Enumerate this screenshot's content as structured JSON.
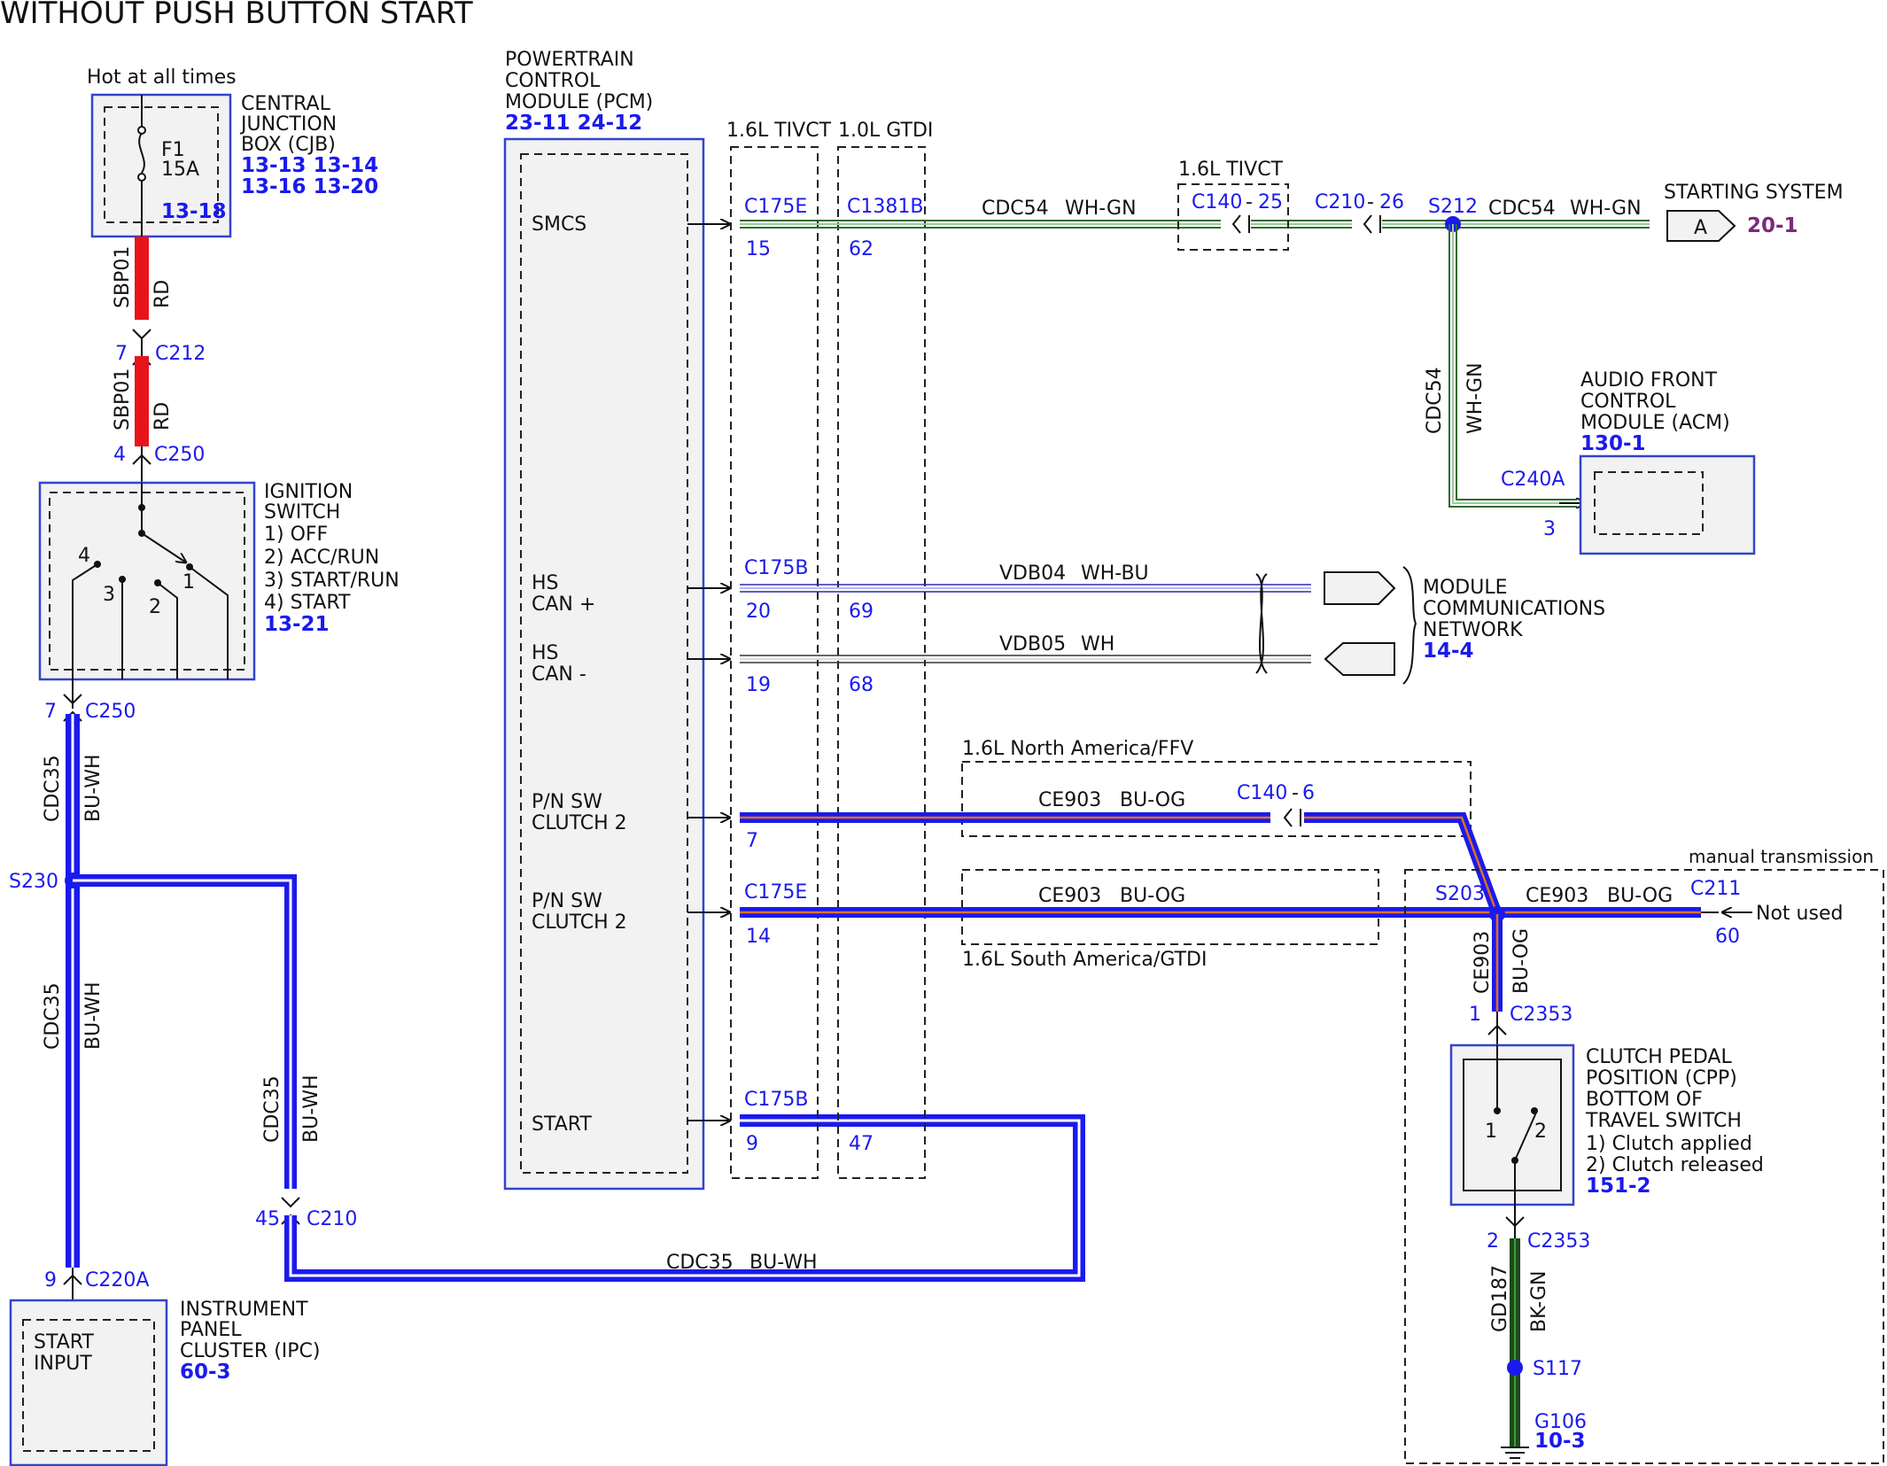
{
  "title": "WITHOUT PUSH BUTTON START",
  "colors": {
    "blue_wire": "#1a1aee",
    "red_wire": "#e8141c",
    "green_wire": "#2e6b2e",
    "orange_tracer": "#e07020",
    "text_blue": "#1a1aee",
    "text_purple": "#7b2a7b"
  },
  "cjb": {
    "hot": "Hot at all times",
    "name": [
      "CENTRAL",
      "JUNCTION",
      "BOX (CJB)"
    ],
    "refs1": "13-13 13-14",
    "refs2": "13-16 13-20",
    "fuse_id": "F1",
    "fuse_amp": "15A",
    "ref_inner": "13-18"
  },
  "wires_left": {
    "sbp01_a": "SBP01",
    "rd_a": "RD",
    "c212_pin": "7",
    "c212": "C212",
    "sbp01_b": "SBP01",
    "rd_b": "RD",
    "c250_pin": "4",
    "c250": "C250",
    "c250b_pin": "7",
    "c250b": "C250",
    "cdc35_a": "CDC35",
    "buwh_a": "BU-WH",
    "s230": "S230",
    "cdc35_b": "CDC35",
    "buwh_b": "BU-WH",
    "cdc35_c": "CDC35",
    "buwh_c": "BU-WH",
    "c210_pin": "45",
    "c210": "C210",
    "c220a_pin": "9",
    "c220a": "C220A",
    "bottom_wire": "CDC35",
    "bottom_color": "BU-WH"
  },
  "ignition": {
    "name": [
      "IGNITION",
      "SWITCH",
      "1) OFF",
      "2) ACC/RUN",
      "3) START/RUN",
      "4) START"
    ],
    "ref": "13-21",
    "pins": [
      "4",
      "3",
      "2",
      "1"
    ]
  },
  "ipc": {
    "inner": [
      "START",
      "INPUT"
    ],
    "name": [
      "INSTRUMENT",
      "PANEL",
      "CLUSTER (IPC)"
    ],
    "ref": "60-3"
  },
  "pcm": {
    "name": [
      "POWERTRAIN",
      "CONTROL",
      "MODULE (PCM)"
    ],
    "refs": "23-11 24-12",
    "pins": {
      "smcs": "SMCS",
      "hs_can_plus": [
        "HS",
        "CAN +"
      ],
      "hs_can_minus": [
        "HS",
        "CAN -"
      ],
      "pn_sw1": [
        "P/N SW",
        "CLUTCH 2"
      ],
      "pn_sw2": [
        "P/N SW",
        "CLUTCH 2"
      ],
      "start": "START"
    }
  },
  "engines": {
    "tivct": "1.6L TIVCT",
    "gtdi": "1.0L GTDI"
  },
  "smcs_row": {
    "c175e": "C175E",
    "c1381b": "C1381B",
    "p15": "15",
    "p62": "62",
    "wire": "CDC54",
    "color": "WH-GN",
    "tivct2": "1.6L TIVCT",
    "c140": "C140",
    "c140_pin": "25",
    "c210": "C210",
    "c210_pin": "26",
    "s212": "S212",
    "wire2": "CDC54",
    "color2": "WH-GN",
    "dest": "STARTING SYSTEM",
    "flag": "A",
    "dest_ref": "20-1",
    "vwire": "CDC54",
    "vcolor": "WH-GN",
    "c240a": "C240A",
    "c240a_pin": "3"
  },
  "acm": {
    "name": [
      "AUDIO FRONT",
      "CONTROL",
      "MODULE (ACM)"
    ],
    "ref": "130-1"
  },
  "can": {
    "c175b": "C175B",
    "p20": "20",
    "p69": "69",
    "p19": "19",
    "p68": "68",
    "w1": "VDB04",
    "c1": "WH-BU",
    "w2": "VDB05",
    "c2": "WH",
    "net": [
      "MODULE",
      "COMMUNICATIONS",
      "NETWORK"
    ],
    "net_ref": "14-4"
  },
  "pn": {
    "na": "1.6L North America/FFV",
    "sa": "1.6L South America/GTDI",
    "w1": "CE903",
    "c1": "BU-OG",
    "c140": "C140",
    "c140_pin": "6",
    "p7": "7",
    "c175e": "C175E",
    "p14": "14",
    "w2": "CE903",
    "c2": "BU-OG",
    "manual": "manual transmission",
    "s203": "S203",
    "w3": "CE903",
    "c3": "BU-OG",
    "c211": "C211",
    "c211_pin": "60",
    "not_used": "Not used",
    "vw": "CE903",
    "vc": "BU-OG",
    "c2353_pin": "1",
    "c2353": "C2353"
  },
  "start_row": {
    "c175b": "C175B",
    "p9": "9",
    "p47": "47"
  },
  "cpp": {
    "name": [
      "CLUTCH PEDAL",
      "POSITION (CPP)",
      "BOTTOM OF",
      "TRAVEL SWITCH",
      "1) Clutch applied",
      "2) Clutch released"
    ],
    "ref": "151-2",
    "pins": [
      "1",
      "2"
    ]
  },
  "ground": {
    "c2353_pin": "2",
    "c2353": "C2353",
    "wire": "GD187",
    "color": "BK-GN",
    "s117": "S117",
    "g106": "G106",
    "ref": "10-3"
  }
}
